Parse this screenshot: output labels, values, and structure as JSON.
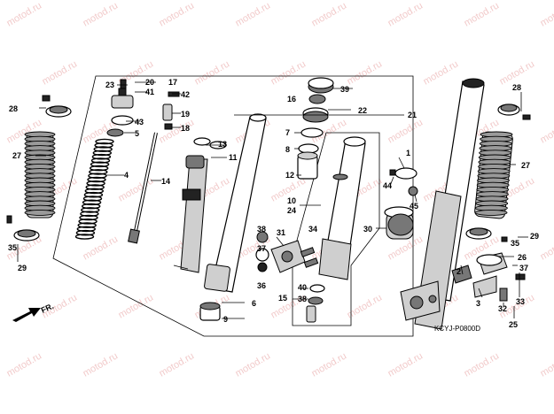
{
  "watermark": "motod.ru",
  "code": "KCYJ-P0800D",
  "fr_label": "FR.",
  "labels": {
    "l1": "1",
    "l2": "2",
    "l3": "3",
    "l4": "4",
    "l5": "5",
    "l6": "6",
    "l7": "7",
    "l8": "8",
    "l9": "9",
    "l10": "10",
    "l11": "11",
    "l12": "12",
    "l13": "13",
    "l14": "14",
    "l15": "15",
    "l16": "16",
    "l17": "17",
    "l18": "18",
    "l19": "19",
    "l20": "20",
    "l21": "21",
    "l22": "22",
    "l23": "23",
    "l24": "24",
    "l25": "25",
    "l26": "26",
    "l27": "27",
    "l28": "28",
    "l29": "29",
    "l30": "30",
    "l31": "31",
    "l32": "32",
    "l33": "33",
    "l34": "34",
    "l35": "35",
    "l36": "36",
    "l37": "37",
    "l38": "38",
    "l39": "39",
    "l40": "40",
    "l41": "41",
    "l42": "42",
    "l43": "43",
    "l44": "44",
    "l45": "45"
  },
  "colors": {
    "line": "#000000",
    "watermark": "#e28a8a",
    "metal": "#cfcfcf",
    "dark": "#222222"
  }
}
